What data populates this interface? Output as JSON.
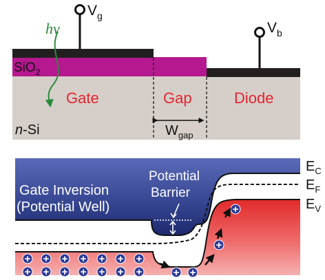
{
  "device": {
    "terminals": {
      "gate": {
        "letter": "V",
        "subscript": "g"
      },
      "diode": {
        "letter": "V",
        "subscript": "b"
      }
    },
    "photon_label": "hν",
    "oxide": {
      "text": "SiO",
      "subscript": "2"
    },
    "regions": {
      "gate": "Gate",
      "gap": "Gap",
      "diode": "Diode"
    },
    "substrate": {
      "prefix": "n",
      "suffix": "-Si"
    },
    "gap_width": {
      "letter": "W",
      "subscript": "gap"
    }
  },
  "band_diagram": {
    "gate_inversion_line1": "Gate Inversion",
    "gate_inversion_line2": "(Potential Well)",
    "barrier_line1": "Potential",
    "barrier_line2": "Barrier",
    "ec": {
      "letter": "E",
      "subscript": "C"
    },
    "ef": {
      "letter": "E",
      "subscript": "F"
    },
    "ev": {
      "letter": "E",
      "subscript": "V"
    },
    "hole_symbol": "+"
  },
  "colors": {
    "substrate": "#d6cfc9",
    "oxide": "#b5188f",
    "metal": "#231f20",
    "region_label": "#e4242f",
    "photon": "#2a8a3a",
    "band_blue": "#3b4a9c",
    "band_red": "#e53a3a",
    "hole_fill": "#2d3a95"
  }
}
